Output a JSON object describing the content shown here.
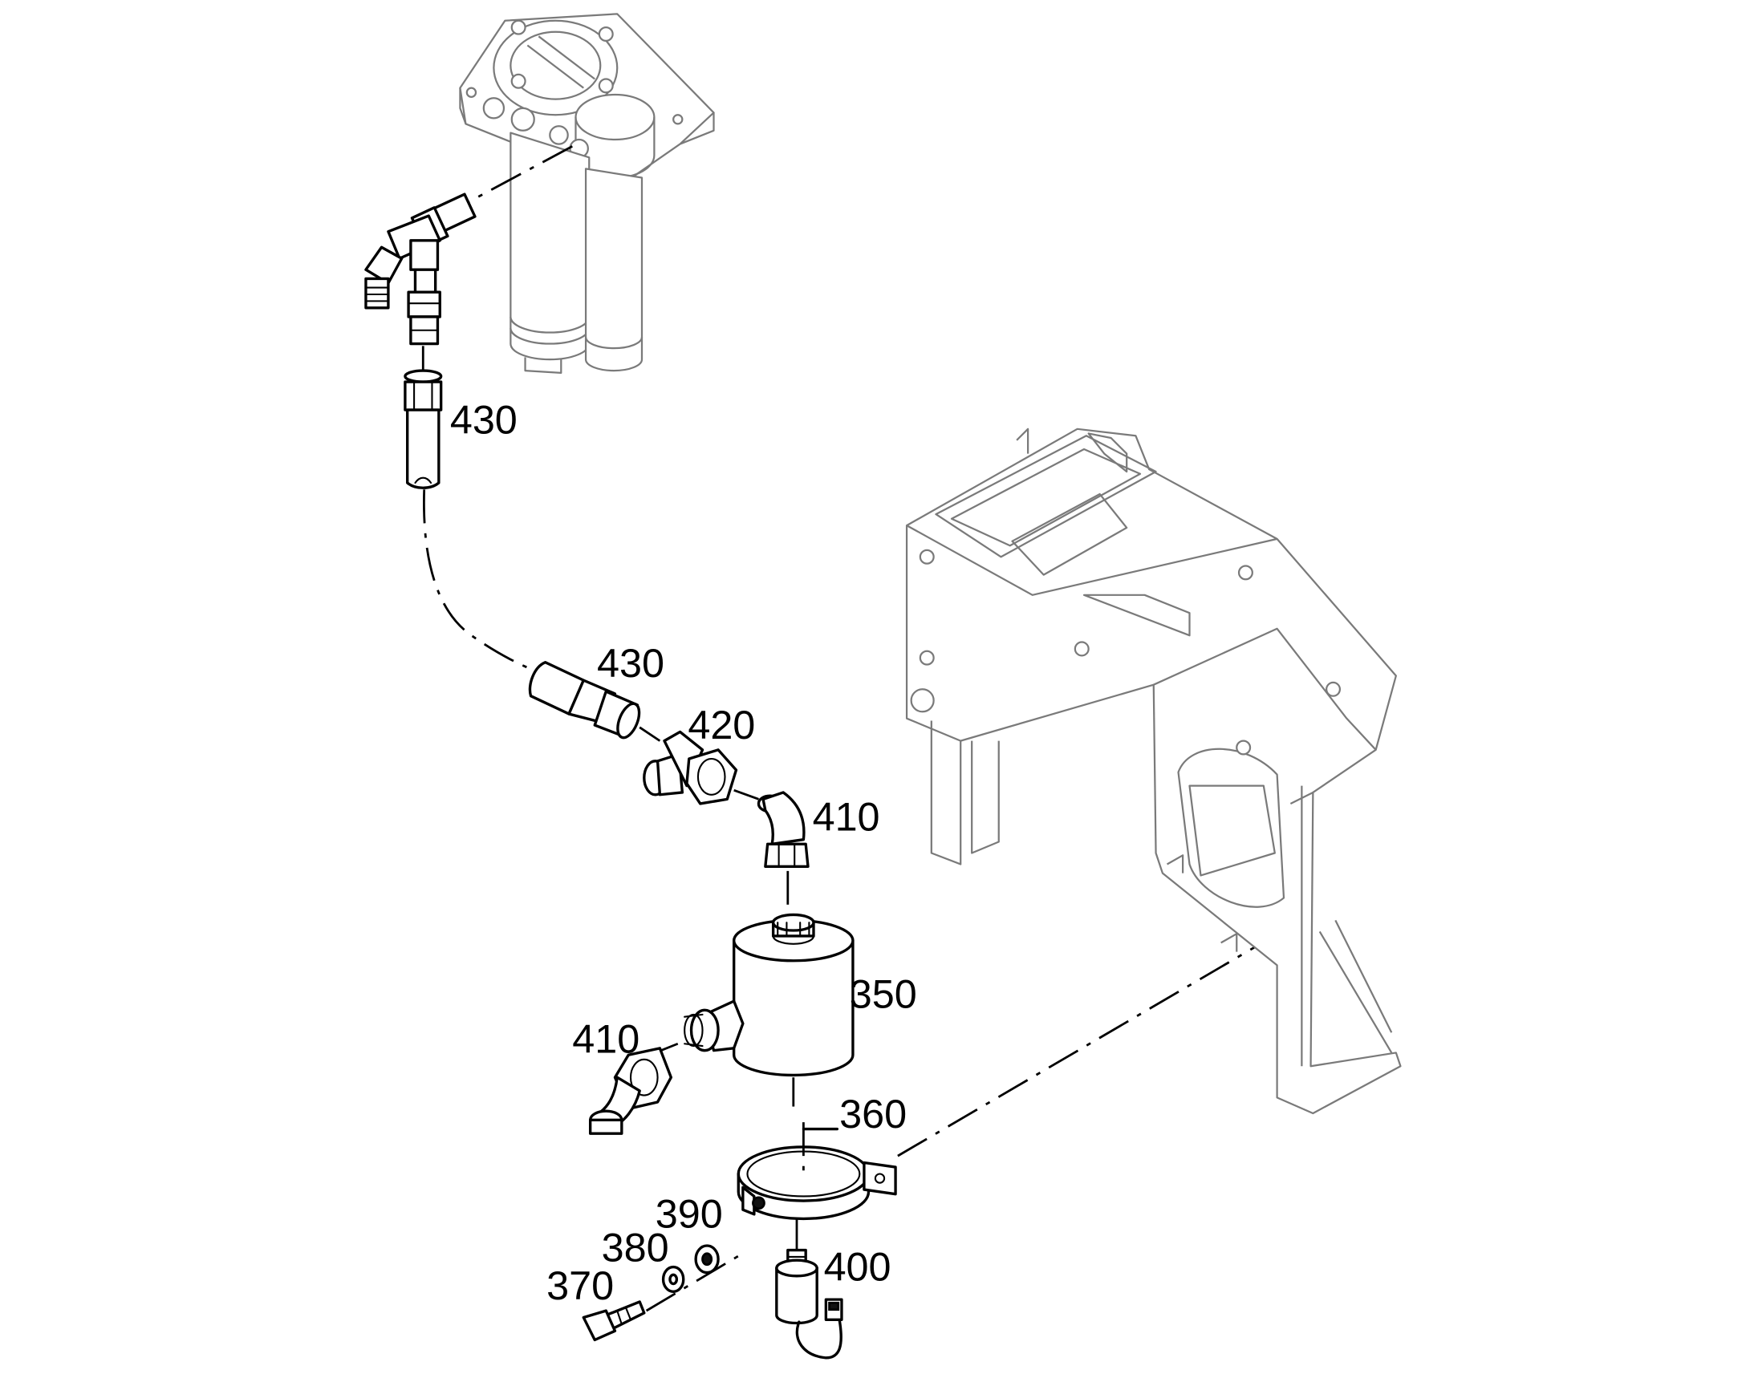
{
  "diagram": {
    "callouts": [
      {
        "id": "c430a",
        "text": "430"
      },
      {
        "id": "c430b",
        "text": "430"
      },
      {
        "id": "c420",
        "text": "420"
      },
      {
        "id": "c410a",
        "text": "410"
      },
      {
        "id": "c350",
        "text": "350"
      },
      {
        "id": "c410b",
        "text": "410"
      },
      {
        "id": "c360",
        "text": "360"
      },
      {
        "id": "c390",
        "text": "390"
      },
      {
        "id": "c380",
        "text": "380"
      },
      {
        "id": "c370",
        "text": "370"
      },
      {
        "id": "c400",
        "text": "400"
      }
    ]
  }
}
